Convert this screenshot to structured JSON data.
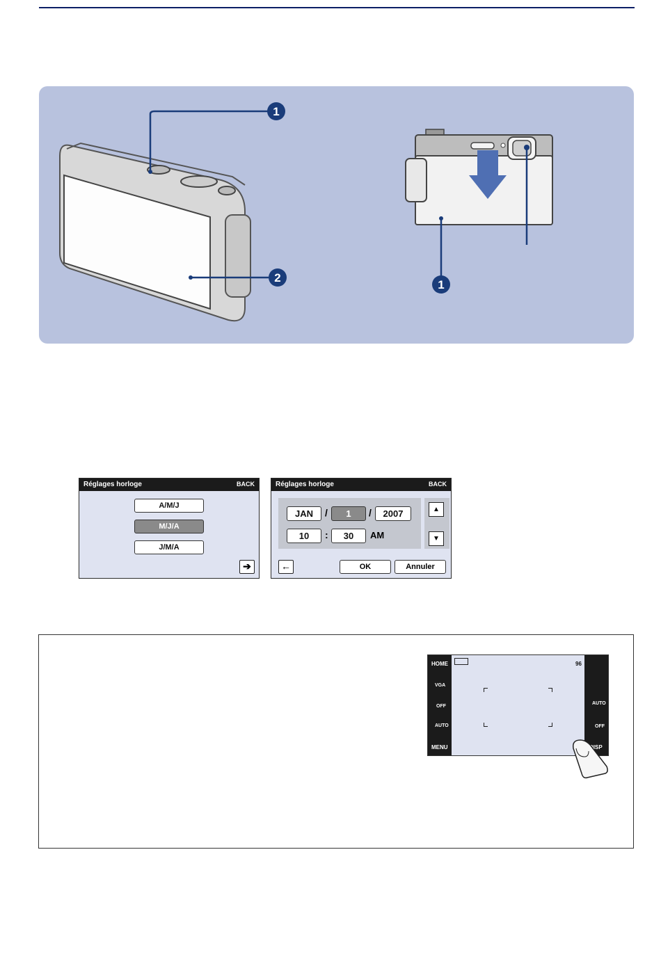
{
  "illustration": {
    "left_callouts": [
      "1",
      "2"
    ],
    "right_callouts": [
      "1"
    ]
  },
  "format_screen": {
    "title": "Réglages horloge",
    "back_label": "BACK",
    "options": [
      "A/M/J",
      "M/J/A",
      "J/M/A"
    ],
    "selected_option": "M/J/A",
    "next_arrow": "➔"
  },
  "datetime_screen": {
    "title": "Réglages horloge",
    "back_label": "BACK",
    "month": "JAN",
    "day": "1",
    "year": "2007",
    "date_sep": "/",
    "hour": "10",
    "minute": "30",
    "time_sep": ":",
    "ampm": "AM",
    "up_arrow": "▲",
    "down_arrow": "▼",
    "prev_arrow": "←",
    "ok_label": "OK",
    "cancel_label": "Annuler"
  },
  "shooting_screen": {
    "left_menu": [
      "HOME",
      "VGA",
      "OFF",
      "AUTO",
      "MENU"
    ],
    "right_menu": [
      "AUTO",
      "OFF",
      "DISP"
    ],
    "remaining_shots": "96"
  }
}
